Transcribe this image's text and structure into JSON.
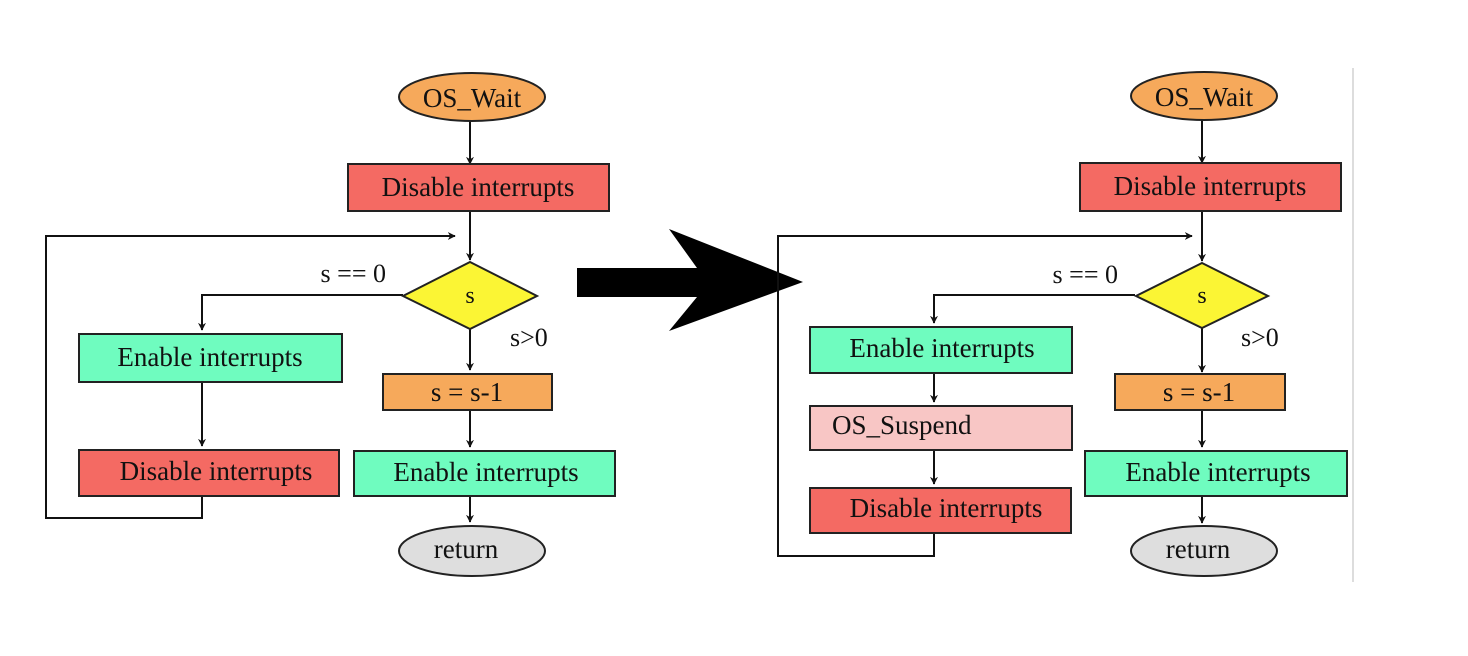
{
  "colors": {
    "start_end_fill": "#f6a95b",
    "disable_fill": "#f46a63",
    "enable_fill": "#6ffcbf",
    "decision_fill": "#fbf534",
    "update_fill": "#f6a95b",
    "suspend_fill": "#f8c6c5",
    "return_fill": "#dedede",
    "stroke": "#222222",
    "arrow": "#000000"
  },
  "left": {
    "start": "OS_Wait",
    "disable_1": "Disable interrupts",
    "decision": "s",
    "branch_zero": "s == 0",
    "branch_positive": "s>0",
    "enable_wait": "Enable interrupts",
    "disable_wait": "Disable interrupts",
    "decrement": "s = s-1",
    "enable_exit": "Enable interrupts",
    "end": "return"
  },
  "right": {
    "start": "OS_Wait",
    "disable_1": "Disable interrupts",
    "decision": "s",
    "branch_zero": "s == 0",
    "branch_positive": "s>0",
    "enable_wait": "Enable interrupts",
    "suspend": "OS_Suspend",
    "disable_wait": "Disable interrupts",
    "decrement": "s = s-1",
    "enable_exit": "Enable interrupts",
    "end": "return"
  },
  "transform_arrow_icon": "big-right-arrow-icon"
}
